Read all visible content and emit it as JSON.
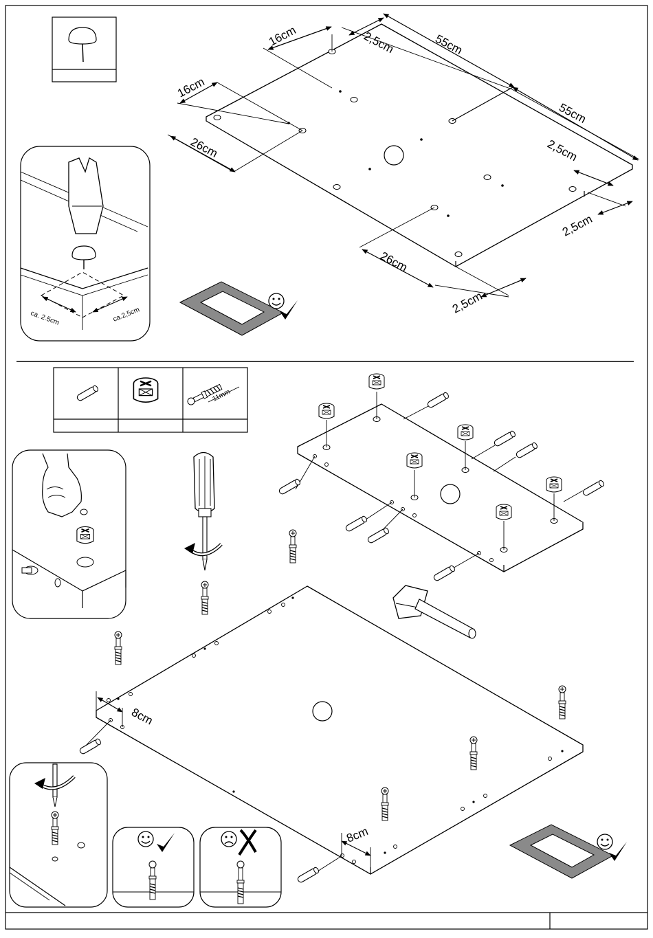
{
  "dimensions": {
    "d16a": "16cm",
    "d25a": "2,5cm",
    "d55a": "55cm",
    "d16b": "16cm",
    "d26a": "26cm",
    "d55b": "55cm",
    "d25b": "2,5cm",
    "d25c": "2,5cm",
    "d26b": "26cm",
    "d25d": "2,5cm",
    "d8a": "8cm",
    "d8b": "8cm"
  },
  "detail": {
    "ca_left": "ca. 2.5cm",
    "ca_right": "ca.2,5cm"
  },
  "parts": {
    "bolt_length": "11mm"
  },
  "icons": {
    "approve": "smiley-check-icon",
    "reject": "frown-cross-icon"
  }
}
